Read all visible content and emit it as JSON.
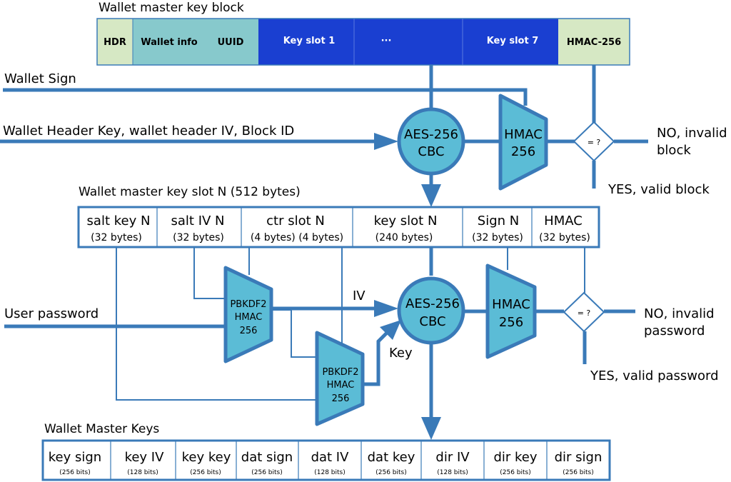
{
  "top_block": {
    "title": "Wallet master key block",
    "cells": [
      {
        "label": "HDR",
        "color": "#d6e8c4"
      },
      {
        "label": "Wallet info",
        "color": "#87c9cc"
      },
      {
        "label": "UUID",
        "color": "#87c9cc"
      },
      {
        "label": "Key slot 1",
        "color": "#1a3fd1"
      },
      {
        "label": "···",
        "color": "#1a3fd1"
      },
      {
        "label": "Key slot 7",
        "color": "#1a3fd1"
      },
      {
        "label": "HMAC-256",
        "color": "#d6e8c4"
      }
    ]
  },
  "top_flow": {
    "wallet_sign": "Wallet Sign",
    "header_key": "Wallet Header Key, wallet header IV, Block ID",
    "aes": [
      "AES-256",
      "CBC"
    ],
    "hmac": [
      "HMAC",
      "256"
    ],
    "compare": "= ?",
    "no": [
      "NO, invalid",
      "block"
    ],
    "yes": "YES, valid block"
  },
  "slot": {
    "title": "Wallet master key slot N (512 bytes)",
    "cells": [
      {
        "name": "salt key N",
        "size": "(32 bytes)"
      },
      {
        "name": "salt IV N",
        "size": "(32 bytes)"
      },
      {
        "name": "ctr slot N",
        "size": "(4 bytes) (4 bytes)"
      },
      {
        "name": "key slot N",
        "size": "(240 bytes)"
      },
      {
        "name": "Sign N",
        "size": "(32 bytes)"
      },
      {
        "name": "HMAC",
        "size": "(32 bytes)"
      }
    ]
  },
  "bottom_flow": {
    "user_password": "User password",
    "pbkdf_a": [
      "PBKDF2",
      "HMAC",
      "256"
    ],
    "pbkdf_b": [
      "PBKDF2",
      "HMAC",
      "256"
    ],
    "iv": "IV",
    "key": "Key",
    "aes": [
      "AES-256",
      "CBC"
    ],
    "hmac": [
      "HMAC",
      "256"
    ],
    "compare": "= ?",
    "no": [
      "NO, invalid",
      "password"
    ],
    "yes": "YES, valid password"
  },
  "master_keys": {
    "title": "Wallet Master Keys",
    "cells": [
      {
        "name": "key sign",
        "size": "(256 bits)"
      },
      {
        "name": "key IV",
        "size": "(128 bits)"
      },
      {
        "name": "key key",
        "size": "(256 bits)"
      },
      {
        "name": "dat sign",
        "size": "(256 bits)"
      },
      {
        "name": "dat IV",
        "size": "(128 bits)"
      },
      {
        "name": "dat key",
        "size": "(256 bits)"
      },
      {
        "name": "dir IV",
        "size": "(128 bits)"
      },
      {
        "name": "dir key",
        "size": "(256 bits)"
      },
      {
        "name": "dir sign",
        "size": "(256 bits)"
      }
    ]
  },
  "colors": {
    "line": "#3a7ab8",
    "node_fill": "#5bbcd6",
    "node_stroke": "#3a7ab8"
  }
}
